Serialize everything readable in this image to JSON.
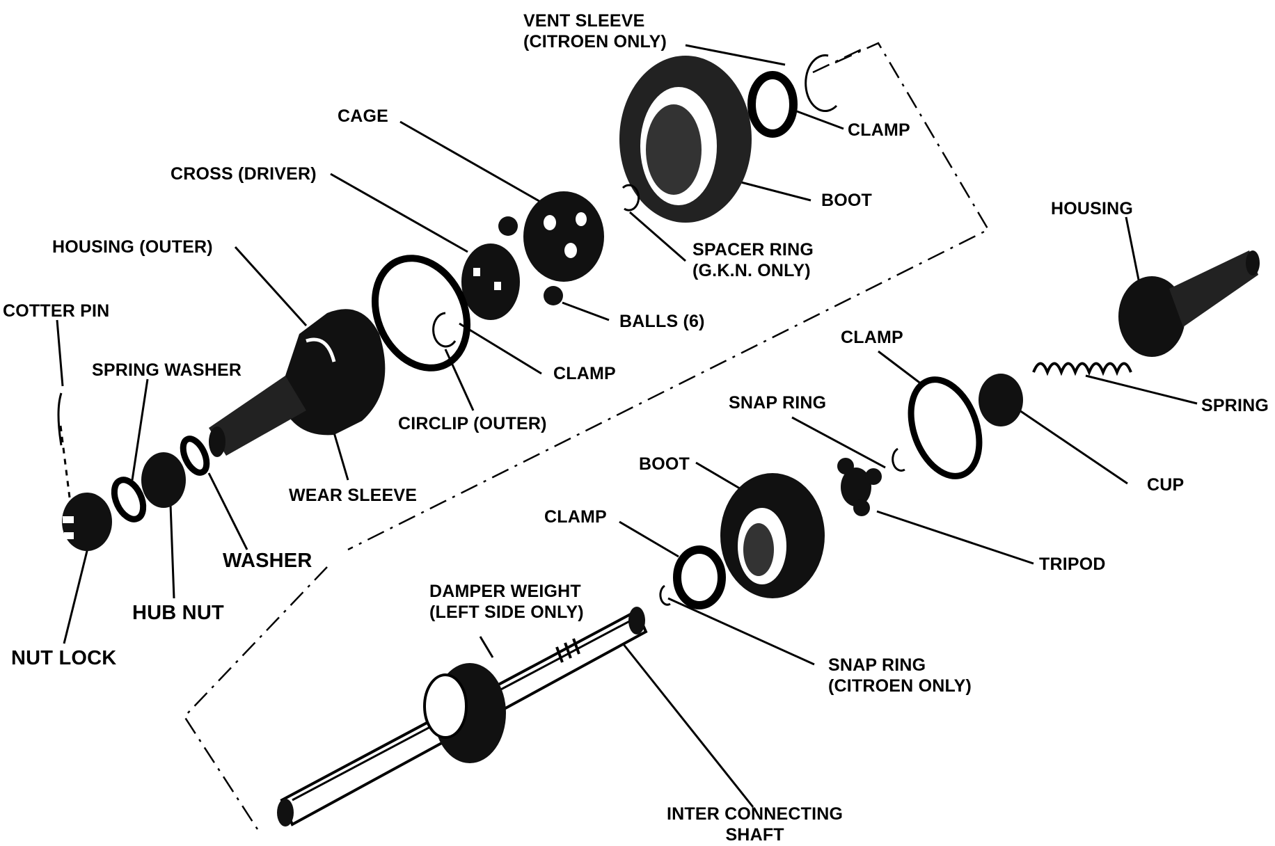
{
  "labels": {
    "vent_sleeve": [
      "VENT SLEEVE",
      "(CITROEN ONLY)"
    ],
    "clamp_top": "CLAMP",
    "cage": "CAGE",
    "boot_top": "BOOT",
    "cross_driver": "CROSS (DRIVER)",
    "spacer_ring": [
      "SPACER RING",
      "(G.K.N. ONLY)"
    ],
    "housing_right": "HOUSING",
    "housing_outer": "HOUSING (OUTER)",
    "balls": "BALLS (6)",
    "cotter_pin": "COTTER PIN",
    "clamp_mid": "CLAMP",
    "clamp_right": "CLAMP",
    "spring_washer": "SPRING WASHER",
    "spring": "SPRING",
    "circlip_outer": "CIRCLIP (OUTER)",
    "snap_ring": "SNAP RING",
    "boot_lower": "BOOT",
    "cup": "CUP",
    "wear_sleeve": "WEAR SLEEVE",
    "clamp_lower": "CLAMP",
    "washer": "WASHER",
    "tripod": "TRIPOD",
    "damper_weight": [
      "DAMPER WEIGHT",
      "(LEFT SIDE ONLY)"
    ],
    "hub_nut": "HUB NUT",
    "nut_lock": "NUT LOCK",
    "snap_ring_citroen": [
      "SNAP RING",
      "(CITROEN ONLY)"
    ],
    "inter_shaft": [
      "INTER CONNECTING",
      "SHAFT"
    ]
  }
}
